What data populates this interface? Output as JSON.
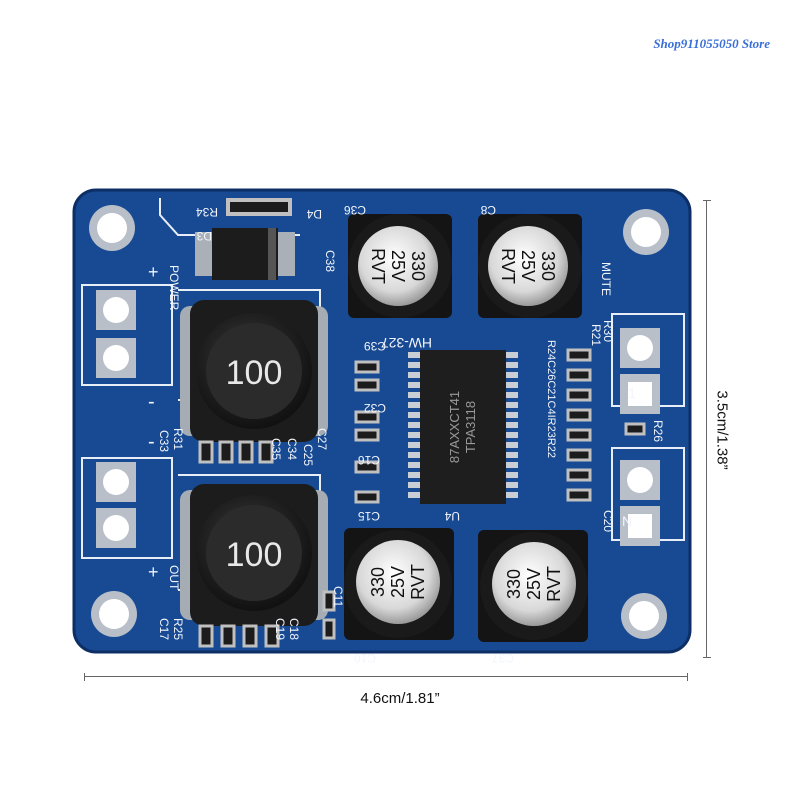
{
  "store_watermark": "Shop911055050 Store",
  "dimensions": {
    "width_label": "4.6cm/1.81”",
    "height_label": "3.5cm/1.38”"
  },
  "board": {
    "model": "HW-327",
    "chip": {
      "line1": "87AXXCT41",
      "line2": "TPA3118",
      "ref": "U4"
    },
    "inductor_value": "100",
    "capacitor_lines": [
      "330",
      "25V",
      "RVT"
    ],
    "silk": {
      "power": "POWER",
      "out": "OUT",
      "mute": "MUTE",
      "r34": "R34",
      "d4": "D4",
      "d3": "D3",
      "c36": "C36",
      "c8": "C8",
      "c38": "C38",
      "c39": "C39",
      "c32": "C32",
      "c16": "C16",
      "c15": "C15",
      "c34": "C34",
      "c35": "C35",
      "c27": "C27",
      "c25": "C25",
      "r31": "R31",
      "c33": "C33",
      "c10": "C10",
      "c37": "C37",
      "c11": "C11",
      "c17": "C17",
      "r25": "R25",
      "c18": "C18",
      "c19": "C19",
      "r30": "R30",
      "r21": "R21",
      "r26": "R26",
      "c20": "C20",
      "cluster": "R24C26C21C4IR23R22",
      "plus": "+",
      "minus": "-",
      "one": "1",
      "n": "N"
    }
  }
}
